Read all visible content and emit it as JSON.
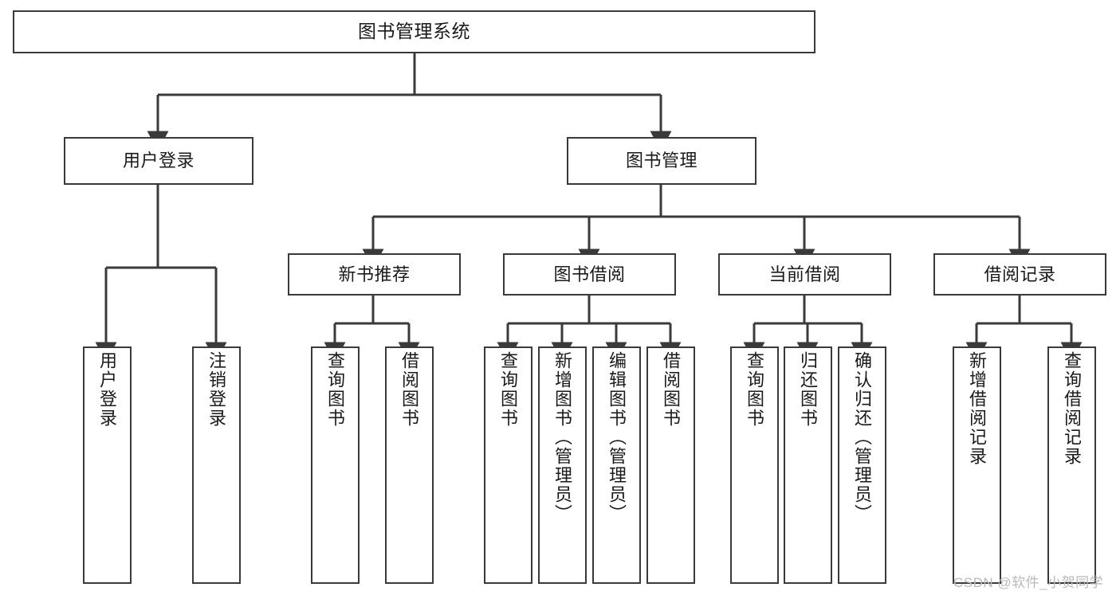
{
  "diagram": {
    "title": "图书管理系统",
    "type": "tree-hierarchy",
    "colors": {
      "box_border": "#3a3a3a",
      "box_fill": "#ffffff",
      "edge": "#3a3a3a",
      "text": "#1a1a1a",
      "watermark": "#b9b9b9",
      "background": "#ffffff"
    }
  },
  "root": {
    "label": "图书管理系统"
  },
  "level2": [
    {
      "label": "用户登录"
    },
    {
      "label": "图书管理"
    }
  ],
  "level3": [
    {
      "label": "新书推荐"
    },
    {
      "label": "图书借阅"
    },
    {
      "label": "当前借阅"
    },
    {
      "label": "借阅记录"
    }
  ],
  "leaves": {
    "user_login": [
      {
        "label": "用户登录"
      },
      {
        "label": "注销登录"
      }
    ],
    "new_book_recommend": [
      {
        "label": "查询图书"
      },
      {
        "label": "借阅图书"
      }
    ],
    "book_borrow": [
      {
        "label": "查询图书"
      },
      {
        "label": "新增图书（管理员）"
      },
      {
        "label": "编辑图书（管理员）"
      },
      {
        "label": "借阅图书"
      }
    ],
    "current_borrow": [
      {
        "label": "查询图书"
      },
      {
        "label": "归还图书"
      },
      {
        "label": "确认归还（管理员）"
      }
    ],
    "borrow_record": [
      {
        "label": "新增借阅记录"
      },
      {
        "label": "查询借阅记录"
      }
    ]
  },
  "watermark": {
    "text": "CSDN @软件_小贺同学"
  }
}
